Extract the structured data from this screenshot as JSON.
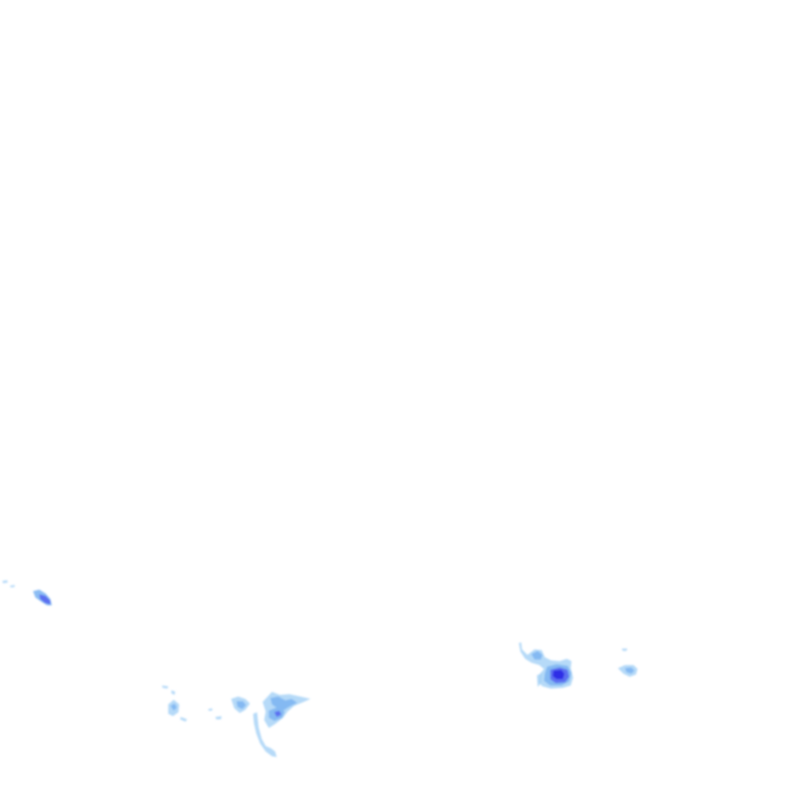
{
  "layer": {
    "type": "precipitation-radar-overlay",
    "background": "transparent"
  },
  "palette": {
    "light": "#a9d4f7",
    "medium": "#7fb6f2",
    "heavy": "#5a6cf0",
    "intense": "#2f2de6"
  },
  "precipitation_cells": [
    {
      "name": "precip-cell-west",
      "intensity": "heavy"
    },
    {
      "name": "precip-cell-southwest-small",
      "intensity": "light"
    },
    {
      "name": "precip-cell-southwest-cluster",
      "intensity": "medium"
    },
    {
      "name": "precip-cell-southeast-main",
      "intensity": "intense"
    },
    {
      "name": "precip-cell-southeast-east",
      "intensity": "medium"
    }
  ]
}
